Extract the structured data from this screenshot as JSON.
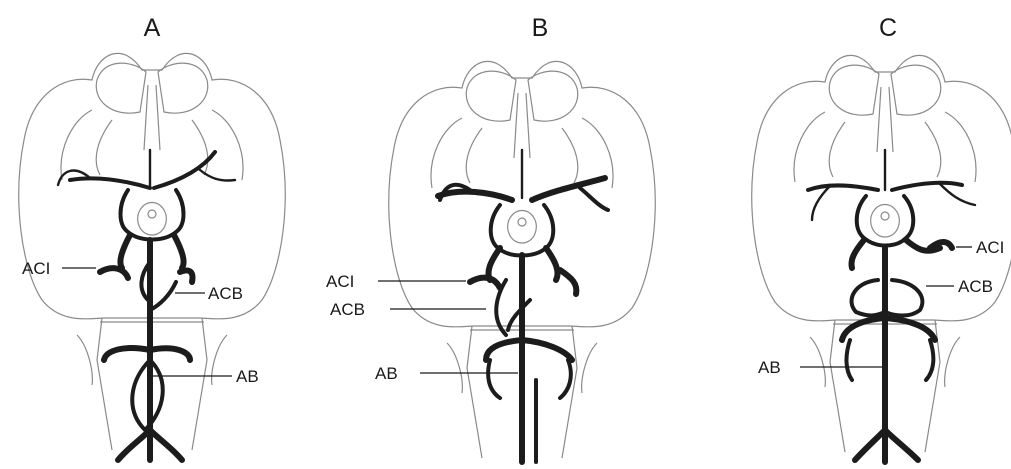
{
  "panels": [
    {
      "letter": "A",
      "labels": {
        "aci": "ACI",
        "acb": "ACB",
        "ab": "AB"
      }
    },
    {
      "letter": "B",
      "labels": {
        "aci": "ACI",
        "acb": "ACB",
        "ab": "AB"
      }
    },
    {
      "letter": "C",
      "labels": {
        "aci": "ACI",
        "acb": "ACB",
        "ab": "AB"
      }
    }
  ]
}
